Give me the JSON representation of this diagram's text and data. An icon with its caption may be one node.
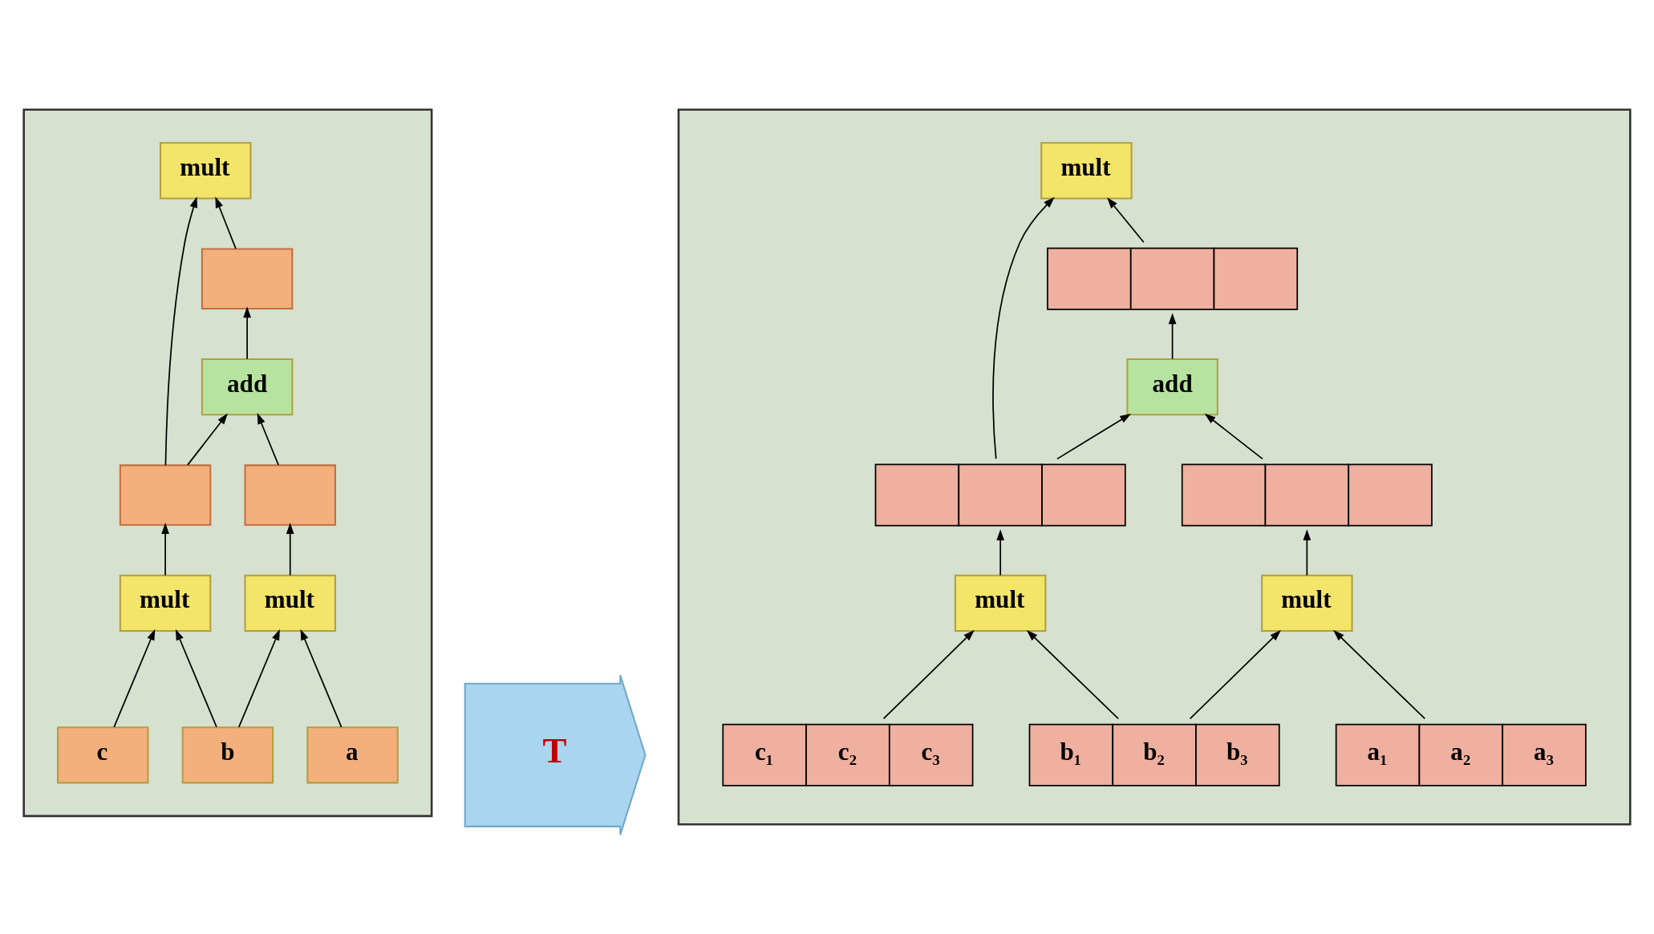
{
  "diagram": {
    "nodes": [
      {
        "text": [],
        "shape": "box"
      },
      {
        "text": [
          "mult"
        ],
        "in": 0
      },
      {
        "text": [],
        "shape": "box",
        "in": 0
      },
      {
        "text": [
          "add"
        ],
        "in": 0
      },
      {
        "text": [],
        "shape": "box",
        "in": 0
      },
      {
        "text": [],
        "shape": "box",
        "in": 0
      },
      {
        "text": [
          "mult"
        ],
        "in": 0
      },
      {
        "text": [
          "mult"
        ],
        "in": 0
      },
      {
        "text": [
          "a"
        ],
        "in": 0
      },
      {
        "text": [
          "b"
        ],
        "in": 0
      },
      {
        "text": [
          "c"
        ],
        "in": 0
      },
      {
        "text": [
          "T"
        ]
      },
      {
        "text": [],
        "shape": "box"
      },
      {
        "text": [
          "mult"
        ],
        "in": 12
      },
      {
        "text": [],
        "shape": "bar",
        "in": 12
      },
      {
        "text": [
          "add"
        ],
        "in": 12
      },
      {
        "text": [],
        "shape": "bar",
        "in": 12
      },
      {
        "text": [],
        "shape": "bar",
        "in": 12
      },
      {
        "text": [
          "mult"
        ],
        "in": 12
      },
      {
        "text": [
          "mult"
        ],
        "in": 12
      },
      {
        "text": [
          "a₁",
          "a₂",
          "a₃"
        ],
        "in": 12
      },
      {
        "text": [
          "b₁",
          "b₂",
          "b₃"
        ],
        "in": 12
      },
      {
        "text": [
          "c₁",
          "c₂",
          "c₃"
        ],
        "in": 12
      }
    ],
    "edges": [
      {
        "from": 8,
        "to": 6,
        "arrow": "to"
      },
      {
        "from": 9,
        "to": 6,
        "arrow": "to"
      },
      {
        "from": 9,
        "to": 7,
        "arrow": "to"
      },
      {
        "from": 10,
        "to": 7,
        "arrow": "to"
      },
      {
        "from": 6,
        "to": 4,
        "arrow": "to"
      },
      {
        "from": 7,
        "to": 5,
        "arrow": "to"
      },
      {
        "from": 4,
        "to": 3,
        "arrow": "to"
      },
      {
        "from": 5,
        "to": 3,
        "arrow": "to"
      },
      {
        "from": 3,
        "to": 2,
        "arrow": "to"
      },
      {
        "from": 2,
        "to": 1,
        "arrow": "to"
      },
      {
        "from": 5,
        "to": 1,
        "arrow": "to"
      },
      {
        "from": 20,
        "to": 18,
        "arrow": "to"
      },
      {
        "from": 21,
        "to": 18,
        "arrow": "to"
      },
      {
        "from": 21,
        "to": 19,
        "arrow": "to"
      },
      {
        "from": 22,
        "to": 19,
        "arrow": "to"
      },
      {
        "from": 18,
        "to": 16,
        "arrow": "to"
      },
      {
        "from": 19,
        "to": 17,
        "arrow": "to"
      },
      {
        "from": 16,
        "to": 15,
        "arrow": "to"
      },
      {
        "from": 17,
        "to": 15,
        "arrow": "to"
      },
      {
        "from": 15,
        "to": 14,
        "arrow": "to"
      },
      {
        "from": 14,
        "to": 13,
        "arrow": "to"
      },
      {
        "from": 17,
        "to": 13,
        "arrow": "to"
      }
    ]
  }
}
